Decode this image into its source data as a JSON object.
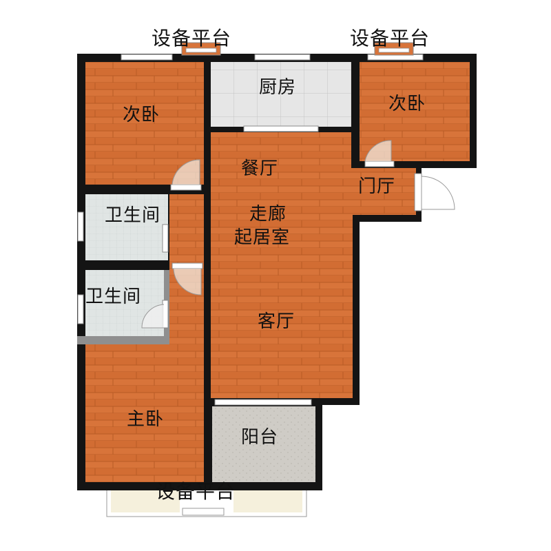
{
  "plan": {
    "top_left_platform": "设备平台",
    "top_right_platform": "设备平台",
    "bottom_platform": "设备平台",
    "bedroom_nw": "次卧",
    "kitchen": "厨房",
    "bedroom_ne": "次卧",
    "dining": "餐厅",
    "foyer": "门厅",
    "bathroom_upper": "卫生间",
    "corridor": "走廊",
    "living_room": "起居室",
    "bathroom_lower": "卫生间",
    "lounge": "客厅",
    "master_bedroom": "主卧",
    "balcony": "阳台"
  },
  "colors": {
    "wood": "#d8743a",
    "wood_grain": "#b85c26",
    "wall": "#141414",
    "kitchen_tile": "#e6e6e6",
    "bath_tile": "#dfe4e4",
    "balcony_floor": "#cfccc6",
    "platform_floor": "#f5f0dc",
    "window": "#ffffff"
  }
}
